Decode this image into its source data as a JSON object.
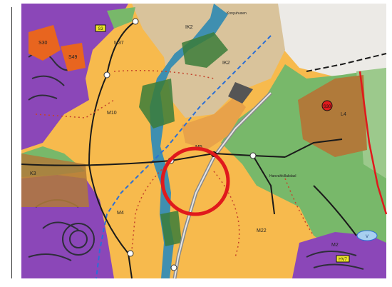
{
  "map": {
    "colors": {
      "residential_purple": "#8b47b8",
      "built_dark": "#2e2e3a",
      "mixed_orange": "#f7ba4d",
      "dark_orange": "#e8651f",
      "tan": "#d9c39b",
      "green": "#78b86a",
      "light_green": "#9cc98c",
      "brown": "#b07a3a",
      "water": "#3f8fb0",
      "dark_green": "#3b7d3a",
      "highlight_red": "#e0191c"
    },
    "zone_labels": {
      "s30": "S30",
      "s49": "S49",
      "m37": "M37",
      "m10": "M10",
      "k3": "K3",
      "m4": "M4",
      "m5": "M5",
      "m22": "M22",
      "m2": "M2",
      "l4": "L4",
      "ik2_top": "IK2",
      "ik2_mid": "IK2",
      "hv27": "HV7",
      "konus": "Konyuhusen",
      "hanna": "Hanvahkillakdasl",
      "s28_badge": "S3",
      "badge_red": "S30",
      "badge_blue": "V"
    }
  }
}
